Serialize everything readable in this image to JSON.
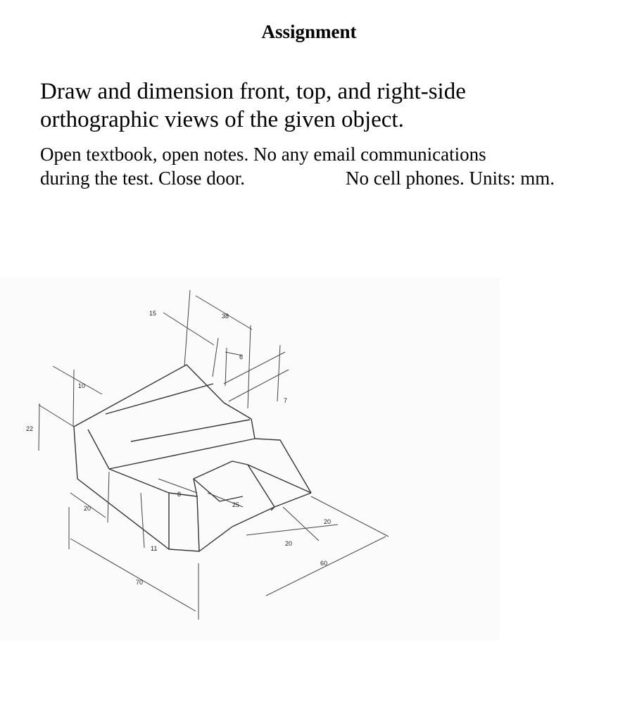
{
  "header": {
    "title": "Assignment"
  },
  "instructions": {
    "line1": "Draw and dimension front, top, and right-side",
    "line2": "orthographic views of the given object.",
    "line3": "Open textbook, open notes. No any email communications",
    "line4": "during the test. Close door.",
    "line5": "No cell phones. Units: mm."
  },
  "drawing": {
    "dimensions": {
      "d15": "15",
      "d38": "38",
      "d6": "6",
      "d7": "7",
      "d10": "10",
      "d22": "22",
      "d20a": "20",
      "d8": "8",
      "d25": "25",
      "d11": "11",
      "d20b": "20",
      "d20c": "20",
      "d60": "60",
      "d70": "70"
    }
  }
}
